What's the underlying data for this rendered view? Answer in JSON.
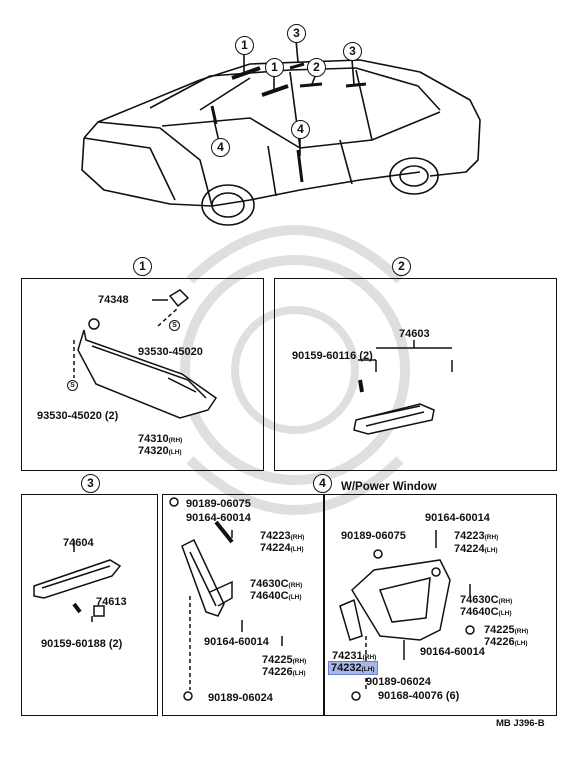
{
  "callouts": {
    "c1": "1",
    "c2": "2",
    "c3": "3",
    "c4": "4"
  },
  "car_markers": [
    "1",
    "1",
    "2",
    "3",
    "3",
    "4",
    "4"
  ],
  "footer_code": "MB J396-B",
  "section4_note": "W/Power Window",
  "panel1": {
    "clip": "74348",
    "s1": "S",
    "screw1": "93530-45020",
    "s2": "S",
    "screw2": "93530-45020 (2)",
    "visor_rh": "74310",
    "visor_rh_sfx": "(RH)",
    "visor_lh": "74320",
    "visor_lh_sfx": "(LH)"
  },
  "panel2": {
    "grip": "74603",
    "bolt": "90159-60116 (2)"
  },
  "panel3": {
    "grip": "74604",
    "cover": "74613",
    "bolt": "90159-60188 (2)"
  },
  "panel4a": {
    "p1": "90189-06075",
    "p2": "90164-60014",
    "p3": "74223",
    "p3_sfx": "(RH)",
    "p4": "74224",
    "p4_sfx": "(LH)",
    "p5": "74630C",
    "p5_sfx": "(RH)",
    "p6": "74640C",
    "p6_sfx": "(LH)",
    "p7": "90164-60014",
    "p8": "74225",
    "p8_sfx": "(RH)",
    "p9": "74226",
    "p9_sfx": "(LH)",
    "p10": "90189-06024"
  },
  "panel4b": {
    "p1": "90164-60014",
    "p2": "90189-06075",
    "p3": "74223",
    "p3_sfx": "(RH)",
    "p4": "74224",
    "p4_sfx": "(LH)",
    "p5": "74630C",
    "p5_sfx": "(RH)",
    "p6": "74640C",
    "p6_sfx": "(LH)",
    "p7": "74225",
    "p7_sfx": "(RH)",
    "p8": "74226",
    "p8_sfx": "(LH)",
    "p9": "74231",
    "p9_sfx": "(RH)",
    "p10": "74232",
    "p10_sfx": "(LH)",
    "p11": "90164-60014",
    "p12": "90189-06024",
    "p13": "90168-40076 (6)"
  }
}
